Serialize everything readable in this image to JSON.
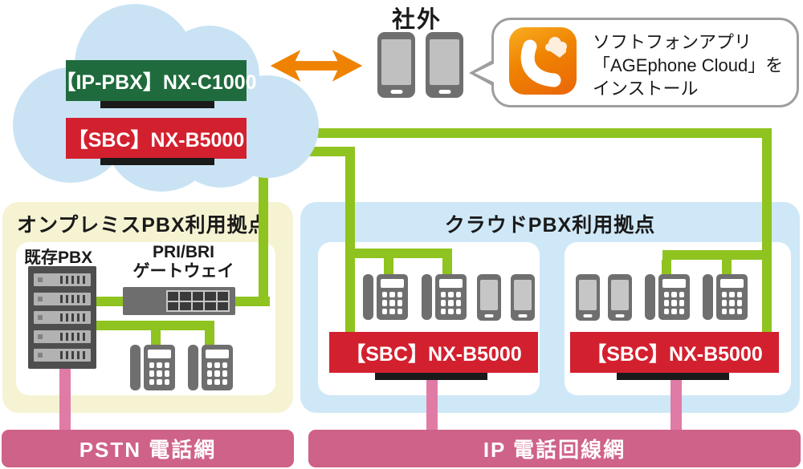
{
  "cloud": {
    "devices": [
      {
        "label": "【IP-PBX】NX-C1000",
        "color": "#1f6b3d"
      },
      {
        "label": "【SBC】NX-B5000",
        "color": "#d3202f"
      }
    ]
  },
  "external": {
    "label": "社外",
    "bubble_lines": [
      "ソフトフォンアプリ",
      "「AGEphone Cloud」を",
      "インストール"
    ],
    "app_icon": "agephone-cloud-app-icon"
  },
  "onprem_zone": {
    "title": "オンプレミスPBX利用拠点",
    "pbx_label": "既存PBX",
    "gateway_label": [
      "PRI/BRI",
      "ゲートウェイ"
    ]
  },
  "cloud_zone": {
    "title": "クラウドPBX利用拠点",
    "sites": [
      {
        "sbc_label": "【SBC】NX-B5000"
      },
      {
        "sbc_label": "【SBC】NX-B5000"
      }
    ]
  },
  "networks": [
    {
      "label": "PSTN 電話網"
    },
    {
      "label": "IP 電話回線網"
    }
  ],
  "colors": {
    "cloud_fill": "#c9e3f4",
    "zone_blue": "#cfe8f7",
    "zone_cream": "#f6f3d3",
    "line_green": "#8fc31f",
    "line_pink": "#e07ba6",
    "bar_pink": "#cf6289",
    "box_green": "#1f6b3d",
    "box_red": "#d3202f",
    "arrow_orange": "#ef8200",
    "device_gray": "#6f6f6f"
  }
}
